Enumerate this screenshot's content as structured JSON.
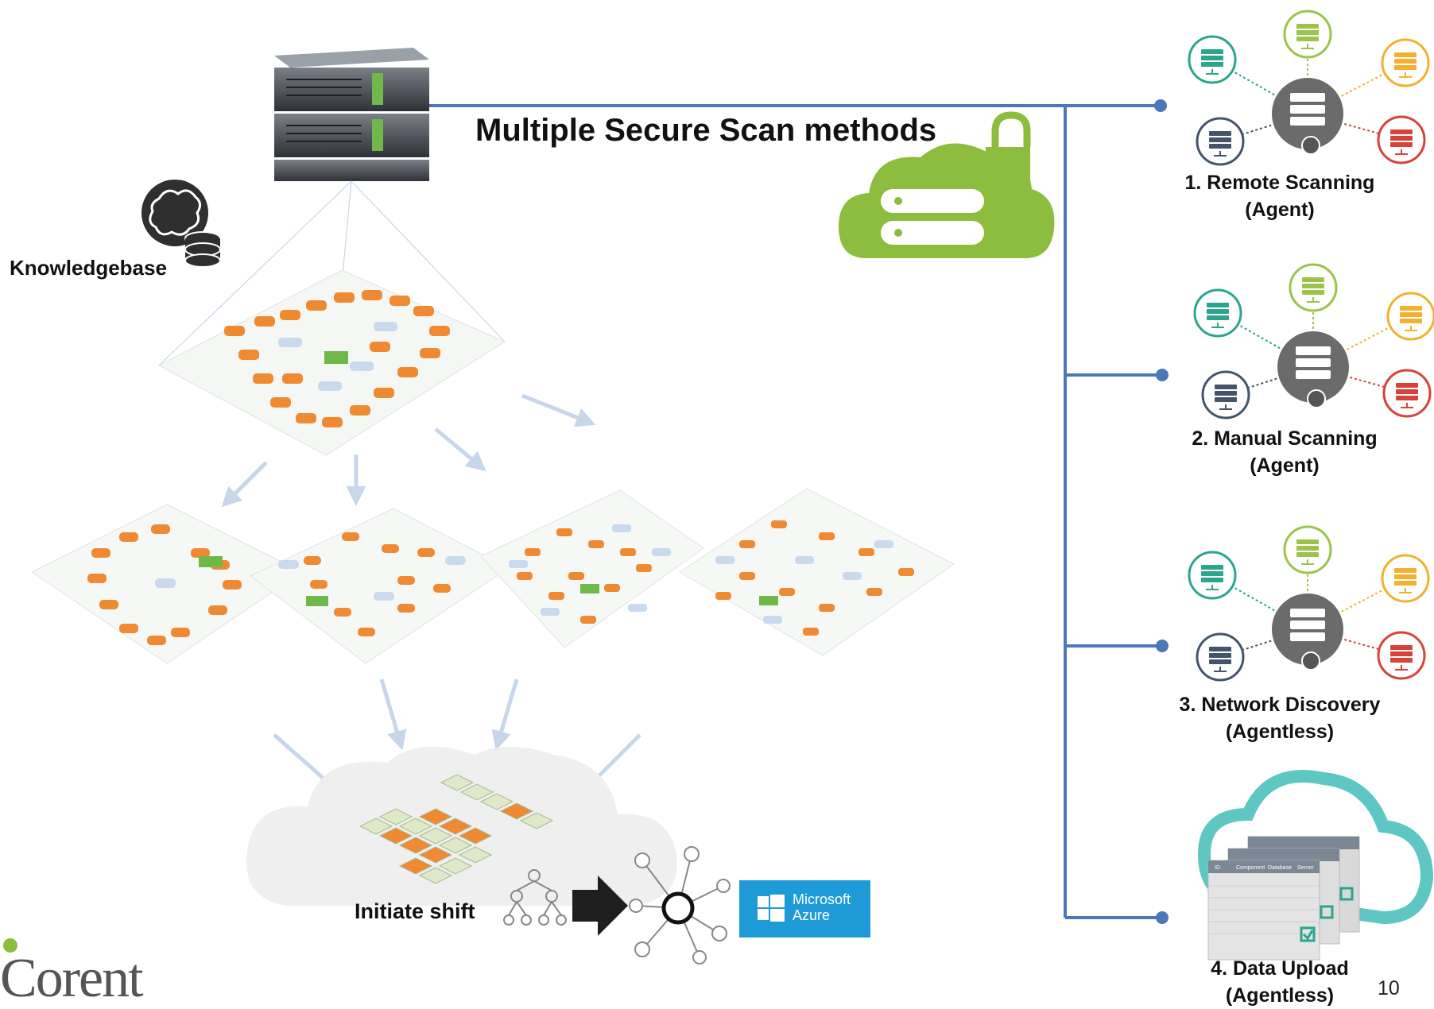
{
  "header": {
    "title": "Multiple Secure Scan methods"
  },
  "knowledgebase": {
    "label": "Knowledgebase"
  },
  "shift": {
    "label": "Initiate shift"
  },
  "azure": {
    "line1": "Microsoft",
    "line2": "Azure"
  },
  "brand": {
    "name": "Corent"
  },
  "page_number": "10",
  "methods": [
    {
      "title": "1. Remote Scanning",
      "subtitle": "(Agent)"
    },
    {
      "title": "2. Manual Scanning",
      "subtitle": "(Agent)"
    },
    {
      "title": "3. Network Discovery",
      "subtitle": "(Agentless)"
    },
    {
      "title": "4. Data Upload",
      "subtitle": "(Agentless)"
    }
  ],
  "upload_table": {
    "headers": [
      "ID",
      "Component",
      "Database",
      "Server"
    ]
  },
  "colors": {
    "connector": "#4a78b8",
    "accent_green": "#8dbd3e",
    "node_orange": "#ef8a33",
    "node_blue": "#c9d9ee",
    "teal": "#2aa58e",
    "lime": "#9cc44a",
    "amber": "#f3b12f",
    "red": "#d8423a",
    "navy": "#44546a",
    "azure_blue": "#1e9bd7"
  }
}
